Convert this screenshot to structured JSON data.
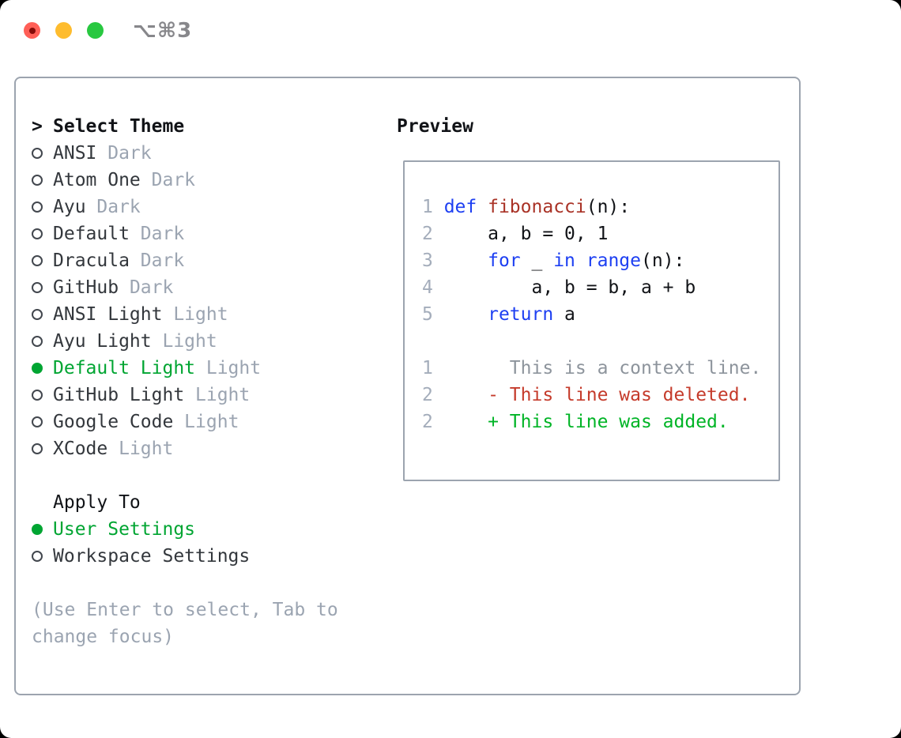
{
  "window": {
    "title": "⌥⌘3"
  },
  "colors": {
    "window_bg": "#ffffff",
    "outside_bg": "#000000",
    "border_gray": "#9ca4af",
    "text_black": "#111317",
    "item_text": "#33373c",
    "muted_gray": "#9ba4b1",
    "line_number_gray": "#a4adbb",
    "context_gray": "#8d949c",
    "selection_green": "#00a532",
    "diff_add_green": "#00b426",
    "diff_del_red": "#c53b2b",
    "keyword_blue": "#1d3ff2",
    "function_red": "#a93226",
    "traffic_red": "#ff5f57",
    "traffic_red_dot": "#850b08",
    "traffic_yellow": "#febc2e",
    "traffic_green": "#28c840",
    "title_gray": "#87878b",
    "bullet_ring": "#42474e"
  },
  "theme_picker": {
    "prompt": ">",
    "title": "Select Theme",
    "themes": [
      {
        "name": "ANSI",
        "variant": "Dark",
        "selected": false
      },
      {
        "name": "Atom One",
        "variant": "Dark",
        "selected": false
      },
      {
        "name": "Ayu",
        "variant": "Dark",
        "selected": false
      },
      {
        "name": "Default",
        "variant": "Dark",
        "selected": false
      },
      {
        "name": "Dracula",
        "variant": "Dark",
        "selected": false
      },
      {
        "name": "GitHub",
        "variant": "Dark",
        "selected": false
      },
      {
        "name": "ANSI Light",
        "variant": "Light",
        "selected": false
      },
      {
        "name": "Ayu Light",
        "variant": "Light",
        "selected": false
      },
      {
        "name": "Default Light",
        "variant": "Light",
        "selected": true
      },
      {
        "name": "GitHub Light",
        "variant": "Light",
        "selected": false
      },
      {
        "name": "Google Code",
        "variant": "Light",
        "selected": false
      },
      {
        "name": "XCode",
        "variant": "Light",
        "selected": false
      }
    ],
    "apply_to": {
      "title": "Apply To",
      "options": [
        {
          "label": "User Settings",
          "selected": true
        },
        {
          "label": "Workspace Settings",
          "selected": false
        }
      ]
    },
    "help_lines": [
      "(Use Enter to select, Tab to",
      "change focus)"
    ]
  },
  "preview": {
    "title": "Preview",
    "lines": [
      [
        {
          "t": "1 ",
          "c": "ln"
        },
        {
          "t": "def",
          "c": "kw"
        },
        {
          "t": " ",
          "c": "pl"
        },
        {
          "t": "fibonacci",
          "c": "fn"
        },
        {
          "t": "(n):",
          "c": "pl"
        }
      ],
      [
        {
          "t": "2 ",
          "c": "ln"
        },
        {
          "t": "    a, b = 0, 1",
          "c": "pl"
        }
      ],
      [
        {
          "t": "3 ",
          "c": "ln"
        },
        {
          "t": "    ",
          "c": "pl"
        },
        {
          "t": "for",
          "c": "kw"
        },
        {
          "t": " _ ",
          "c": "pl"
        },
        {
          "t": "in",
          "c": "kw"
        },
        {
          "t": " ",
          "c": "pl"
        },
        {
          "t": "range",
          "c": "kw"
        },
        {
          "t": "(n):",
          "c": "pl"
        }
      ],
      [
        {
          "t": "4 ",
          "c": "ln"
        },
        {
          "t": "        a, b = b, a + b",
          "c": "pl"
        }
      ],
      [
        {
          "t": "5 ",
          "c": "ln"
        },
        {
          "t": "    ",
          "c": "pl"
        },
        {
          "t": "return",
          "c": "kw"
        },
        {
          "t": " a",
          "c": "pl"
        }
      ],
      [],
      [
        {
          "t": "1 ",
          "c": "ln"
        },
        {
          "t": "      This is a context line.",
          "c": "ctx"
        }
      ],
      [
        {
          "t": "2 ",
          "c": "ln"
        },
        {
          "t": "    - This line was deleted.",
          "c": "del"
        }
      ],
      [
        {
          "t": "2 ",
          "c": "ln"
        },
        {
          "t": "    + This line was added.",
          "c": "add"
        }
      ]
    ]
  }
}
